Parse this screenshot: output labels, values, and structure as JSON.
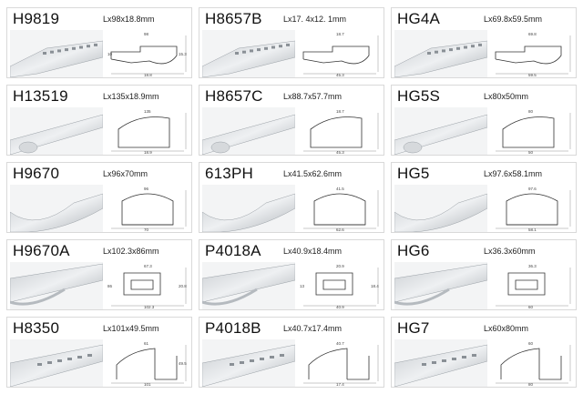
{
  "catalog": {
    "columns": [
      [
        {
          "code": "H9819",
          "dims": "Lx98x18.8mm",
          "labels": [
            "98",
            "18.8",
            "15.3",
            "10"
          ]
        },
        {
          "code": "H13519",
          "dims": "Lx135x18.9mm",
          "labels": [
            "135",
            "18.9"
          ]
        },
        {
          "code": "H9670",
          "dims": "Lx96x70mm",
          "labels": [
            "96",
            "70"
          ]
        },
        {
          "code": "H9670A",
          "dims": "Lx102.3x86mm",
          "labels": [
            "67.3",
            "102.3",
            "20.8",
            "86"
          ]
        },
        {
          "code": "H8350",
          "dims": "Lx101x49.5mm",
          "labels": [
            "61",
            "101",
            "49.5"
          ]
        }
      ],
      [
        {
          "code": "H8657B",
          "dims": "Lx17. 4x12. 1mm",
          "labels": [
            "18.7",
            "45.3"
          ]
        },
        {
          "code": "H8657C",
          "dims": "Lx88.7x57.7mm",
          "labels": [
            "18.7",
            "45.3"
          ]
        },
        {
          "code": "613PH",
          "dims": "Lx41.5x62.6mm",
          "labels": [
            "41.5",
            "62.6"
          ]
        },
        {
          "code": "P4018A",
          "dims": "Lx40.9x18.4mm",
          "labels": [
            "20.9",
            "40.9",
            "18.4",
            "13"
          ]
        },
        {
          "code": "P4018B",
          "dims": "Lx40.7x17.4mm",
          "labels": [
            "40.7",
            "17.4"
          ]
        }
      ],
      [
        {
          "code": "HG4A",
          "dims": "Lx69.8x59.5mm",
          "labels": [
            "69.8",
            "59.5"
          ]
        },
        {
          "code": "HG5S",
          "dims": "Lx80x50mm",
          "labels": [
            "80",
            "50"
          ]
        },
        {
          "code": "HG5",
          "dims": "Lx97.6x58.1mm",
          "labels": [
            "97.6",
            "58.1"
          ]
        },
        {
          "code": "HG6",
          "dims": "Lx36.3x60mm",
          "labels": [
            "36.3",
            "60"
          ]
        },
        {
          "code": "HG7",
          "dims": "Lx60x80mm",
          "labels": [
            "60",
            "80"
          ]
        }
      ]
    ]
  }
}
